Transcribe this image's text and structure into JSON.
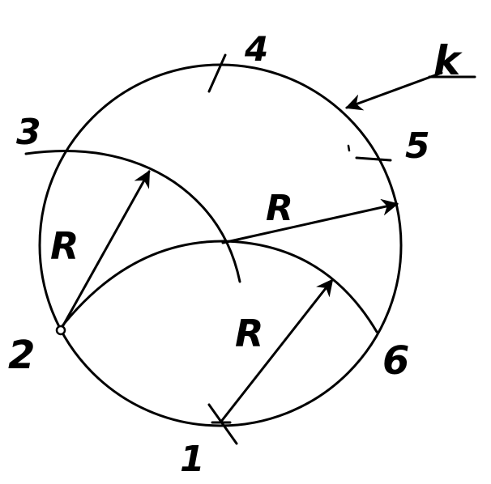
{
  "labels": {
    "p1": "1",
    "p2": "2",
    "p3": "3",
    "p4": "4",
    "p5": "5",
    "p6": "6",
    "k": "k",
    "r1": "R",
    "r2": "R",
    "r3": "R"
  }
}
